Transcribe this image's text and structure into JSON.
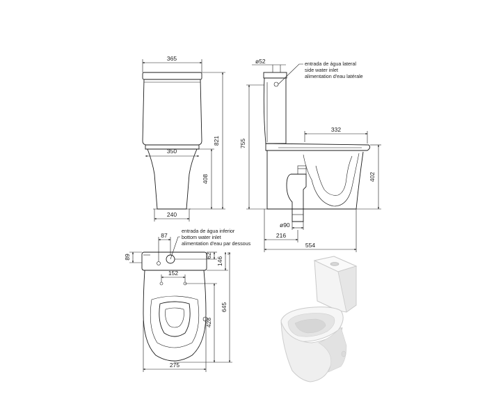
{
  "dimensions": {
    "front": {
      "tank_width": "365",
      "seat_width": "350",
      "base_width": "240",
      "total_height": "821",
      "seat_height": "408"
    },
    "side": {
      "inlet_diameter": "ø52",
      "total_height": "755",
      "bowl_length": "332",
      "bowl_height": "402",
      "outlet_diameter": "ø90",
      "outlet_distance": "216",
      "total_depth": "554"
    },
    "top": {
      "inlet_offset_x": "87",
      "tank_depth": "89",
      "inlet_offset_y": "62",
      "tank_front": "146",
      "fixing_spacing": "152",
      "bowl_depth": "428",
      "total_depth": "645",
      "bowl_width": "275"
    }
  },
  "notes": {
    "side_inlet": [
      "entrada de água lateral",
      "side water inlet",
      "alimentation d'eau latérale"
    ],
    "bottom_inlet": [
      "entrada de água inferior",
      "bottom water inlet",
      "alimentation d'eau par dessous"
    ]
  }
}
